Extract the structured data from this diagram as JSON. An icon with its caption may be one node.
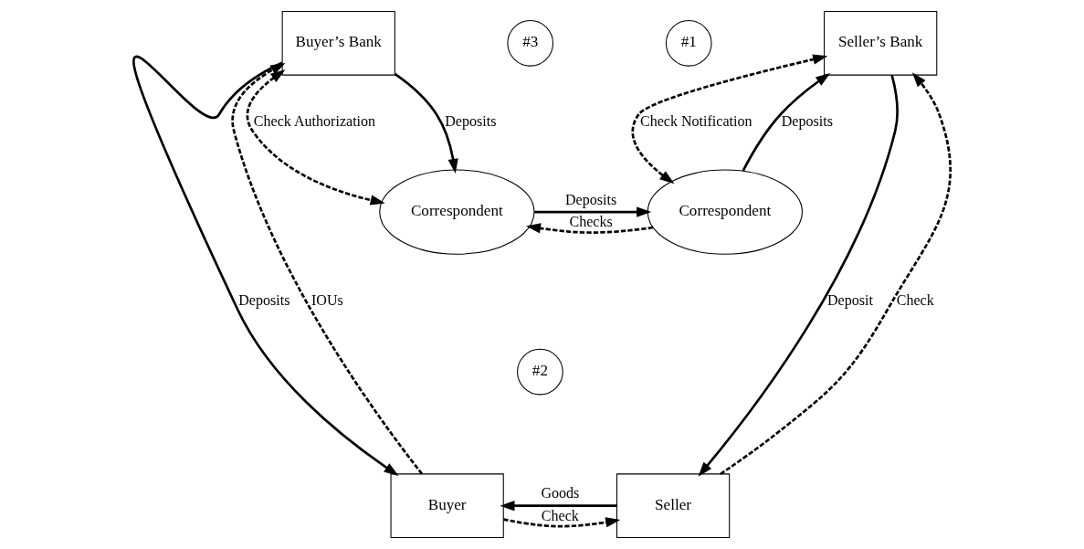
{
  "diagram": {
    "nodes": [
      {
        "text": [
          "Buyer’s Bank"
        ]
      },
      {
        "text": [
          "Seller’s Bank"
        ]
      },
      {
        "text": [
          "#3"
        ]
      },
      {
        "text": [
          "#1"
        ]
      },
      {
        "text": [
          "Correspondent"
        ]
      },
      {
        "text": [
          "#2"
        ]
      },
      {
        "text": [
          "Correspondent"
        ]
      },
      {
        "text": [
          "Buyer"
        ]
      },
      {
        "text": [
          "Seller"
        ]
      }
    ],
    "edges": [
      {
        "from": 0,
        "to": 4,
        "arrow": "to",
        "label": "Deposits"
      },
      {
        "from": 6,
        "to": 1,
        "arrow": "to",
        "label": "Deposits"
      },
      {
        "from": 0,
        "to": 4,
        "arrow": "both",
        "label": "Check Authorization",
        "style": "dashed"
      },
      {
        "from": 1,
        "to": 6,
        "arrow": "both",
        "label": "Check Notification",
        "style": "dashed"
      },
      {
        "from": 7,
        "to": 0,
        "arrow": "to",
        "label": "IOUs",
        "style": "dashed"
      },
      {
        "from": 0,
        "to": 7,
        "arrow": "to",
        "label": "Deposits"
      },
      {
        "from": 4,
        "to": 6,
        "arrow": "to",
        "label": "Deposits"
      },
      {
        "from": 6,
        "to": 4,
        "arrow": "to",
        "label": "Checks",
        "style": "dashed"
      },
      {
        "from": 1,
        "to": 8,
        "arrow": "to",
        "label": "Deposit"
      },
      {
        "from": 8,
        "to": 1,
        "arrow": "to",
        "label": "Check",
        "style": "dashed"
      },
      {
        "from": 8,
        "to": 7,
        "arrow": "to",
        "label": "Goods"
      },
      {
        "from": 7,
        "to": 8,
        "arrow": "to",
        "label": "Check",
        "style": "dashed"
      }
    ]
  }
}
